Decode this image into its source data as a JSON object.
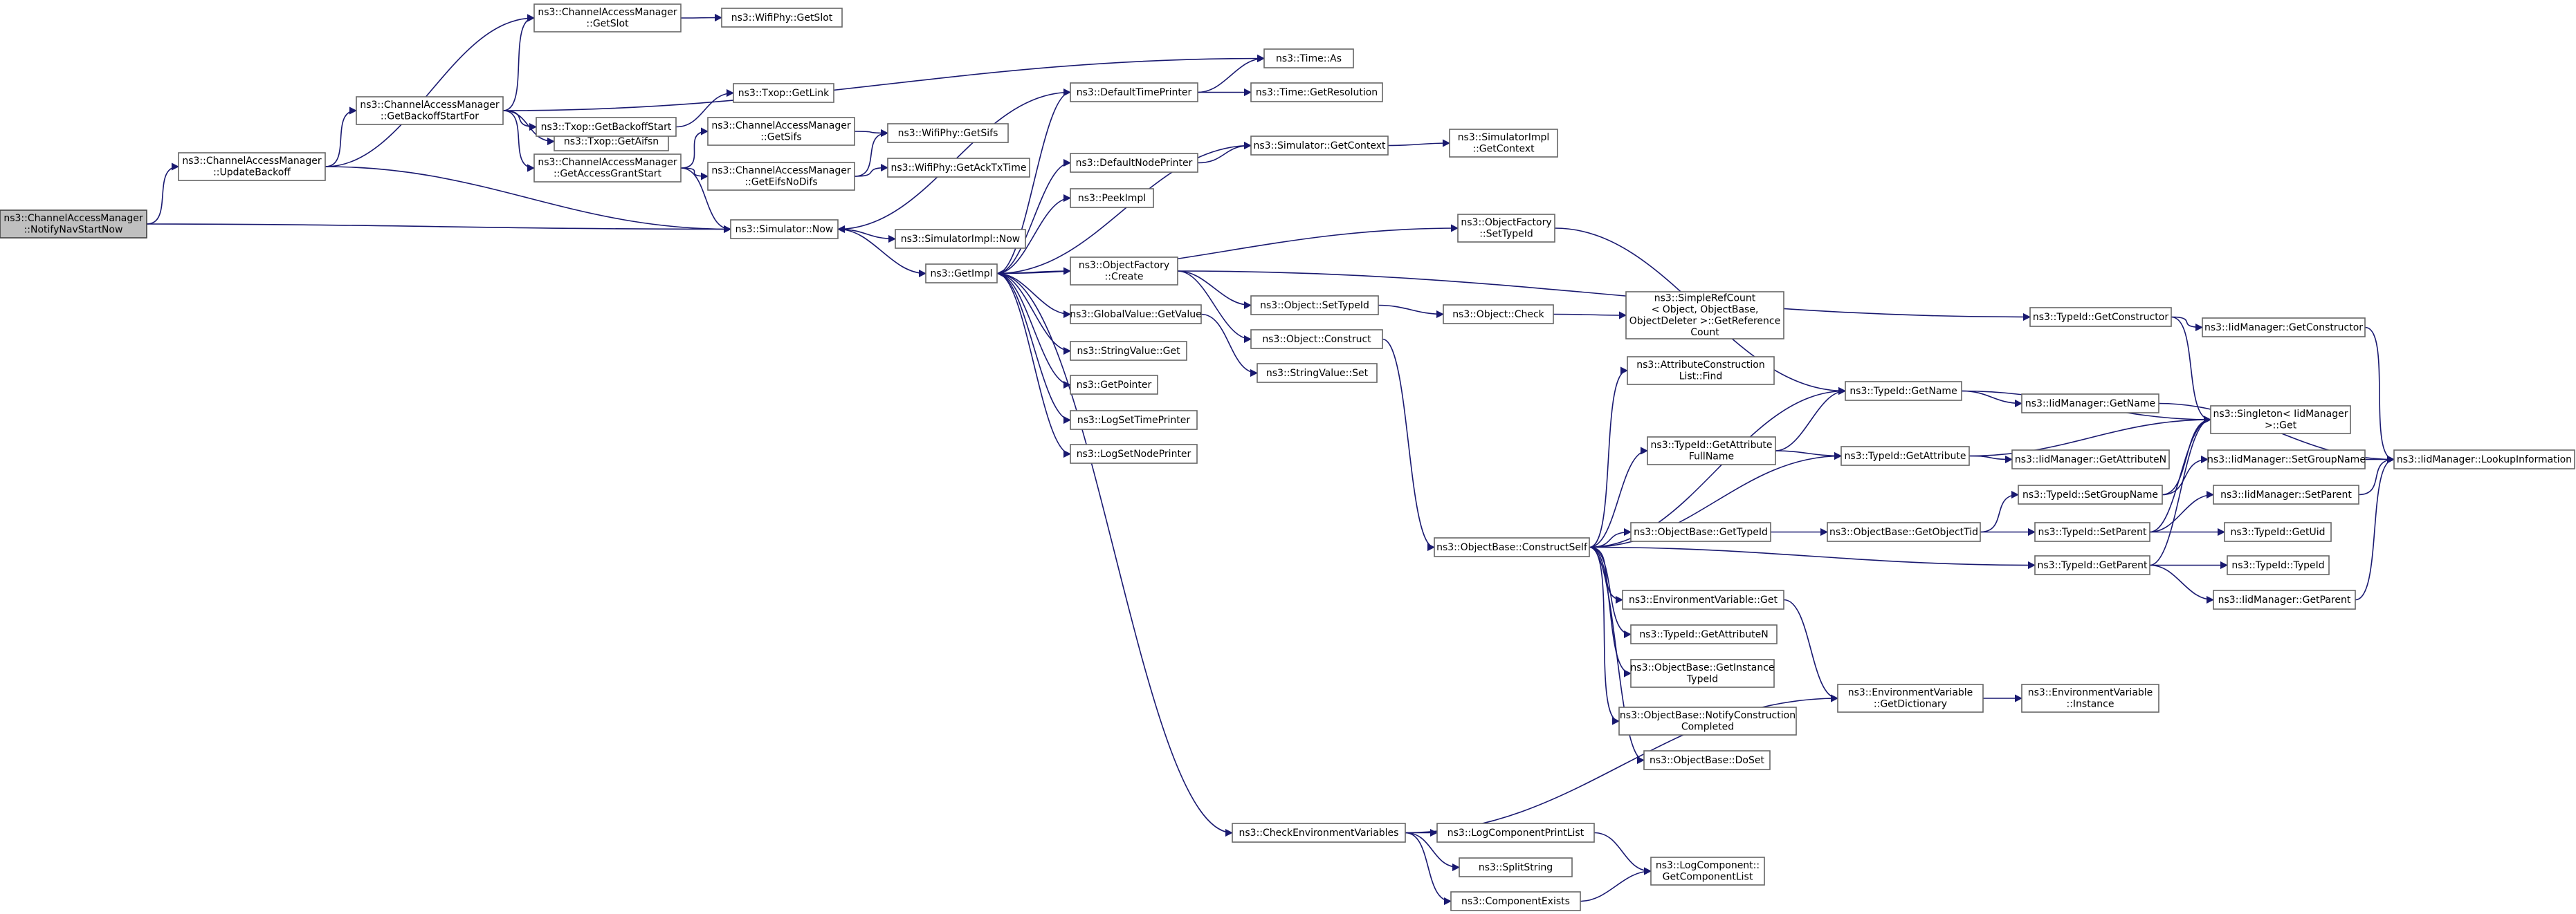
{
  "graph": {
    "root": "ns3::ChannelAccessManager::NotifyNavStartNow",
    "nodes": [
      {
        "id": "root",
        "lines": [
          "ns3::ChannelAccessManager",
          "::NotifyNavStartNow"
        ],
        "root": true
      },
      {
        "id": "updateBackoff",
        "lines": [
          "ns3::ChannelAccessManager",
          "::UpdateBackoff"
        ]
      },
      {
        "id": "getSlot",
        "lines": [
          "ns3::ChannelAccessManager",
          "::GetSlot"
        ]
      },
      {
        "id": "wifiGetSlot",
        "lines": [
          "ns3::WifiPhy::GetSlot"
        ]
      },
      {
        "id": "getBackoffStartFor",
        "lines": [
          "ns3::ChannelAccessManager",
          "::GetBackoffStartFor"
        ]
      },
      {
        "id": "timeAs",
        "lines": [
          "ns3::Time::As"
        ]
      },
      {
        "id": "getAifsn",
        "lines": [
          "ns3::Txop::GetAifsn"
        ]
      },
      {
        "id": "getBackoffStart",
        "lines": [
          "ns3::Txop::GetBackoffStart"
        ]
      },
      {
        "id": "getLink",
        "lines": [
          "ns3::Txop::GetLink"
        ]
      },
      {
        "id": "getAccessGrantStart",
        "lines": [
          "ns3::ChannelAccessManager",
          "::GetAccessGrantStart"
        ]
      },
      {
        "id": "camGetSifs",
        "lines": [
          "ns3::ChannelAccessManager",
          "::GetSifs"
        ]
      },
      {
        "id": "wifiGetSifs",
        "lines": [
          "ns3::WifiPhy::GetSifs"
        ]
      },
      {
        "id": "getEifsNoDifs",
        "lines": [
          "ns3::ChannelAccessManager",
          "::GetEifsNoDifs"
        ]
      },
      {
        "id": "getAckTxTime",
        "lines": [
          "ns3::WifiPhy::GetAckTxTime"
        ]
      },
      {
        "id": "simNow",
        "lines": [
          "ns3::Simulator::Now"
        ]
      },
      {
        "id": "simImplNow",
        "lines": [
          "ns3::SimulatorImpl::Now"
        ]
      },
      {
        "id": "getImpl",
        "lines": [
          "ns3::GetImpl"
        ]
      },
      {
        "id": "defTimePrinter",
        "lines": [
          "ns3::DefaultTimePrinter"
        ]
      },
      {
        "id": "getResolution",
        "lines": [
          "ns3::Time::GetResolution"
        ]
      },
      {
        "id": "defNodePrinter",
        "lines": [
          "ns3::DefaultNodePrinter"
        ]
      },
      {
        "id": "simGetContext",
        "lines": [
          "ns3::Simulator::GetContext"
        ]
      },
      {
        "id": "simImplGetContext",
        "lines": [
          "ns3::SimulatorImpl",
          "::GetContext"
        ]
      },
      {
        "id": "peekImpl",
        "lines": [
          "ns3::PeekImpl"
        ]
      },
      {
        "id": "ofSetTypeId",
        "lines": [
          "ns3::ObjectFactory",
          "::SetTypeId"
        ]
      },
      {
        "id": "ofCreate",
        "lines": [
          "ns3::ObjectFactory",
          "::Create"
        ]
      },
      {
        "id": "objSetTypeId",
        "lines": [
          "ns3::Object::SetTypeId"
        ]
      },
      {
        "id": "objCheck",
        "lines": [
          "ns3::Object::Check"
        ]
      },
      {
        "id": "getRefCount",
        "lines": [
          "ns3::SimpleRefCount",
          "< Object, ObjectBase,",
          "ObjectDeleter >::GetReference",
          "Count"
        ]
      },
      {
        "id": "objConstruct",
        "lines": [
          "ns3::Object::Construct"
        ]
      },
      {
        "id": "gvGetValue",
        "lines": [
          "ns3::GlobalValue::GetValue"
        ]
      },
      {
        "id": "svSet",
        "lines": [
          "ns3::StringValue::Set"
        ]
      },
      {
        "id": "svGet",
        "lines": [
          "ns3::StringValue::Get"
        ]
      },
      {
        "id": "getPointer",
        "lines": [
          "ns3::GetPointer"
        ]
      },
      {
        "id": "logSetTimePrinter",
        "lines": [
          "ns3::LogSetTimePrinter"
        ]
      },
      {
        "id": "logSetNodePrinter",
        "lines": [
          "ns3::LogSetNodePrinter"
        ]
      },
      {
        "id": "tidGetConstructor",
        "lines": [
          "ns3::TypeId::GetConstructor"
        ]
      },
      {
        "id": "iidGetConstructor",
        "lines": [
          "ns3::IidManager::GetConstructor"
        ]
      },
      {
        "id": "attrListFind",
        "lines": [
          "ns3::AttributeConstruction",
          "List::Find"
        ]
      },
      {
        "id": "tidGetName",
        "lines": [
          "ns3::TypeId::GetName"
        ]
      },
      {
        "id": "iidGetName",
        "lines": [
          "ns3::IidManager::GetName"
        ]
      },
      {
        "id": "singletonGet",
        "lines": [
          "ns3::Singleton< IidManager",
          ">::Get"
        ]
      },
      {
        "id": "tidGetAttrFullName",
        "lines": [
          "ns3::TypeId::GetAttribute",
          "FullName"
        ]
      },
      {
        "id": "tidGetAttribute",
        "lines": [
          "ns3::TypeId::GetAttribute"
        ]
      },
      {
        "id": "iidGetAttributeN",
        "lines": [
          "ns3::IidManager::GetAttributeN"
        ]
      },
      {
        "id": "iidSetGroupName",
        "lines": [
          "ns3::IidManager::SetGroupName"
        ]
      },
      {
        "id": "iidLookup",
        "lines": [
          "ns3::IidManager::LookupInformation"
        ]
      },
      {
        "id": "tidSetGroupName",
        "lines": [
          "ns3::TypeId::SetGroupName"
        ]
      },
      {
        "id": "iidSetParent",
        "lines": [
          "ns3::IidManager::SetParent"
        ]
      },
      {
        "id": "constructSelf",
        "lines": [
          "ns3::ObjectBase::ConstructSelf"
        ]
      },
      {
        "id": "obGetTypeId",
        "lines": [
          "ns3::ObjectBase::GetTypeId"
        ]
      },
      {
        "id": "obGetObjectTid",
        "lines": [
          "ns3::ObjectBase::GetObjectTid"
        ]
      },
      {
        "id": "tidSetParent",
        "lines": [
          "ns3::TypeId::SetParent"
        ]
      },
      {
        "id": "tidGetUid",
        "lines": [
          "ns3::TypeId::GetUid"
        ]
      },
      {
        "id": "tidGetParent",
        "lines": [
          "ns3::TypeId::GetParent"
        ]
      },
      {
        "id": "tidTypeId",
        "lines": [
          "ns3::TypeId::TypeId"
        ]
      },
      {
        "id": "iidGetParent",
        "lines": [
          "ns3::IidManager::GetParent"
        ]
      },
      {
        "id": "envGet",
        "lines": [
          "ns3::EnvironmentVariable::Get"
        ]
      },
      {
        "id": "tidGetAttributeN",
        "lines": [
          "ns3::TypeId::GetAttributeN"
        ]
      },
      {
        "id": "obGetInstanceTypeId",
        "lines": [
          "ns3::ObjectBase::GetInstance",
          "TypeId"
        ]
      },
      {
        "id": "envGetDictionary",
        "lines": [
          "ns3::EnvironmentVariable",
          "::GetDictionary"
        ]
      },
      {
        "id": "envInstance",
        "lines": [
          "ns3::EnvironmentVariable",
          "::Instance"
        ]
      },
      {
        "id": "obNotifyConstruction",
        "lines": [
          "ns3::ObjectBase::NotifyConstruction",
          "Completed"
        ]
      },
      {
        "id": "obDoSet",
        "lines": [
          "ns3::ObjectBase::DoSet"
        ]
      },
      {
        "id": "checkEnvVars",
        "lines": [
          "ns3::CheckEnvironmentVariables"
        ]
      },
      {
        "id": "logCompPrintList",
        "lines": [
          "ns3::LogComponentPrintList"
        ]
      },
      {
        "id": "splitString",
        "lines": [
          "ns3::SplitString"
        ]
      },
      {
        "id": "getComponentList",
        "lines": [
          "ns3::LogComponent::",
          "GetComponentList"
        ]
      },
      {
        "id": "componentExists",
        "lines": [
          "ns3::ComponentExists"
        ]
      }
    ],
    "edges": [
      [
        "root",
        "updateBackoff"
      ],
      [
        "root",
        "simNow"
      ],
      [
        "updateBackoff",
        "getSlot"
      ],
      [
        "updateBackoff",
        "getBackoffStartFor"
      ],
      [
        "updateBackoff",
        "simNow"
      ],
      [
        "getSlot",
        "wifiGetSlot"
      ],
      [
        "getBackoffStartFor",
        "getSlot"
      ],
      [
        "getBackoffStartFor",
        "timeAs"
      ],
      [
        "getBackoffStartFor",
        "getAifsn"
      ],
      [
        "getBackoffStartFor",
        "getBackoffStart"
      ],
      [
        "getBackoffStartFor",
        "getAccessGrantStart"
      ],
      [
        "getBackoffStart",
        "getLink"
      ],
      [
        "getAccessGrantStart",
        "camGetSifs"
      ],
      [
        "getAccessGrantStart",
        "getEifsNoDifs"
      ],
      [
        "getAccessGrantStart",
        "simNow"
      ],
      [
        "camGetSifs",
        "wifiGetSifs"
      ],
      [
        "getEifsNoDifs",
        "wifiGetSifs"
      ],
      [
        "getEifsNoDifs",
        "getAckTxTime"
      ],
      [
        "simNow",
        "simImplNow"
      ],
      [
        "simNow",
        "getImpl"
      ],
      [
        "getImpl",
        "defTimePrinter"
      ],
      [
        "getImpl",
        "defNodePrinter"
      ],
      [
        "getImpl",
        "peekImpl"
      ],
      [
        "getImpl",
        "ofSetTypeId"
      ],
      [
        "getImpl",
        "ofCreate"
      ],
      [
        "getImpl",
        "gvGetValue"
      ],
      [
        "getImpl",
        "svGet"
      ],
      [
        "getImpl",
        "getPointer"
      ],
      [
        "getImpl",
        "logSetTimePrinter"
      ],
      [
        "getImpl",
        "logSetNodePrinter"
      ],
      [
        "getImpl",
        "checkEnvVars"
      ],
      [
        "defTimePrinter",
        "timeAs"
      ],
      [
        "defTimePrinter",
        "getResolution"
      ],
      [
        "defTimePrinter",
        "simNow"
      ],
      [
        "defNodePrinter",
        "simGetContext"
      ],
      [
        "simGetContext",
        "simImplGetContext"
      ],
      [
        "simGetContext",
        "getImpl"
      ],
      [
        "ofSetTypeId",
        "tidGetName"
      ],
      [
        "ofCreate",
        "objSetTypeId"
      ],
      [
        "ofCreate",
        "objConstruct"
      ],
      [
        "ofCreate",
        "tidGetConstructor"
      ],
      [
        "objSetTypeId",
        "objCheck"
      ],
      [
        "objCheck",
        "getRefCount"
      ],
      [
        "objConstruct",
        "constructSelf"
      ],
      [
        "gvGetValue",
        "svSet"
      ],
      [
        "tidGetConstructor",
        "iidGetConstructor"
      ],
      [
        "tidGetConstructor",
        "singletonGet"
      ],
      [
        "iidGetConstructor",
        "iidLookup"
      ],
      [
        "tidGetName",
        "iidGetName"
      ],
      [
        "tidGetName",
        "singletonGet"
      ],
      [
        "iidGetName",
        "iidLookup"
      ],
      [
        "tidGetAttrFullName",
        "tidGetName"
      ],
      [
        "tidGetAttrFullName",
        "tidGetAttribute"
      ],
      [
        "tidGetAttribute",
        "iidGetAttributeN"
      ],
      [
        "tidGetAttribute",
        "singletonGet"
      ],
      [
        "tidSetGroupName",
        "iidSetGroupName"
      ],
      [
        "tidSetGroupName",
        "singletonGet"
      ],
      [
        "iidSetGroupName",
        "iidLookup"
      ],
      [
        "tidSetParent",
        "iidSetParent"
      ],
      [
        "tidSetParent",
        "tidGetUid"
      ],
      [
        "tidSetParent",
        "singletonGet"
      ],
      [
        "iidSetParent",
        "iidLookup"
      ],
      [
        "constructSelf",
        "attrListFind"
      ],
      [
        "constructSelf",
        "tidGetName"
      ],
      [
        "constructSelf",
        "tidGetAttrFullName"
      ],
      [
        "constructSelf",
        "tidGetAttribute"
      ],
      [
        "constructSelf",
        "obGetTypeId"
      ],
      [
        "constructSelf",
        "tidGetParent"
      ],
      [
        "constructSelf",
        "envGet"
      ],
      [
        "constructSelf",
        "tidGetAttributeN"
      ],
      [
        "constructSelf",
        "obGetInstanceTypeId"
      ],
      [
        "constructSelf",
        "obNotifyConstruction"
      ],
      [
        "constructSelf",
        "obDoSet"
      ],
      [
        "obGetTypeId",
        "obGetObjectTid"
      ],
      [
        "obGetObjectTid",
        "tidSetGroupName"
      ],
      [
        "obGetObjectTid",
        "tidSetParent"
      ],
      [
        "tidGetParent",
        "tidTypeId"
      ],
      [
        "tidGetParent",
        "iidGetParent"
      ],
      [
        "tidGetParent",
        "singletonGet"
      ],
      [
        "iidGetParent",
        "iidLookup"
      ],
      [
        "envGet",
        "envGetDictionary"
      ],
      [
        "envGetDictionary",
        "envInstance"
      ],
      [
        "checkEnvVars",
        "envGetDictionary"
      ],
      [
        "checkEnvVars",
        "logCompPrintList"
      ],
      [
        "checkEnvVars",
        "splitString"
      ],
      [
        "checkEnvVars",
        "componentExists"
      ],
      [
        "logCompPrintList",
        "getComponentList"
      ],
      [
        "componentExists",
        "getComponentList"
      ]
    ]
  }
}
